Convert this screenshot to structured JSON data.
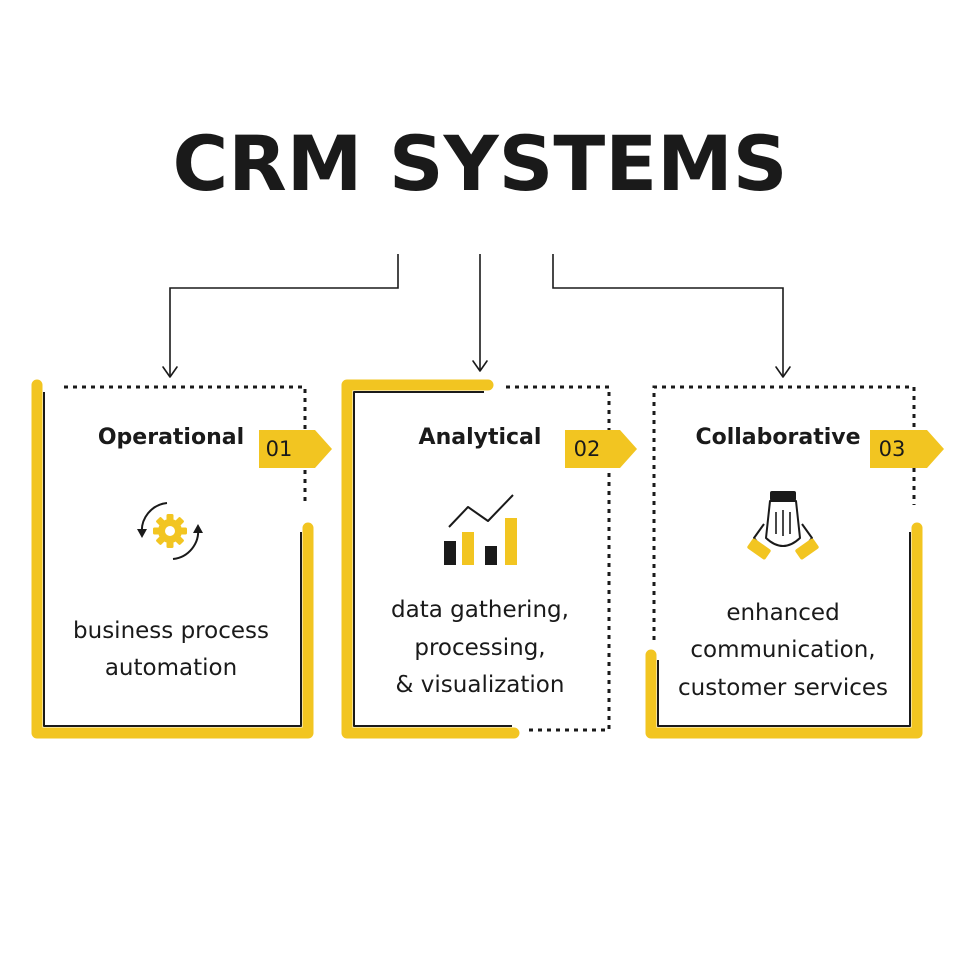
{
  "title": "CRM SYSTEMS",
  "colors": {
    "accent": "#f2c521",
    "ink": "#1a1a1a",
    "background": "#ffffff"
  },
  "cards": [
    {
      "heading": "Operational",
      "number": "01",
      "icon": "gear-cycle-icon",
      "description": [
        "business process",
        "automation"
      ]
    },
    {
      "heading": "Analytical",
      "number": "02",
      "icon": "bar-chart-trend-icon",
      "description": [
        "data gathering,",
        "processing,",
        "& visualization"
      ]
    },
    {
      "heading": "Collaborative",
      "number": "03",
      "icon": "joined-hands-icon",
      "description": [
        "enhanced",
        "communication,",
        "customer services"
      ]
    }
  ]
}
